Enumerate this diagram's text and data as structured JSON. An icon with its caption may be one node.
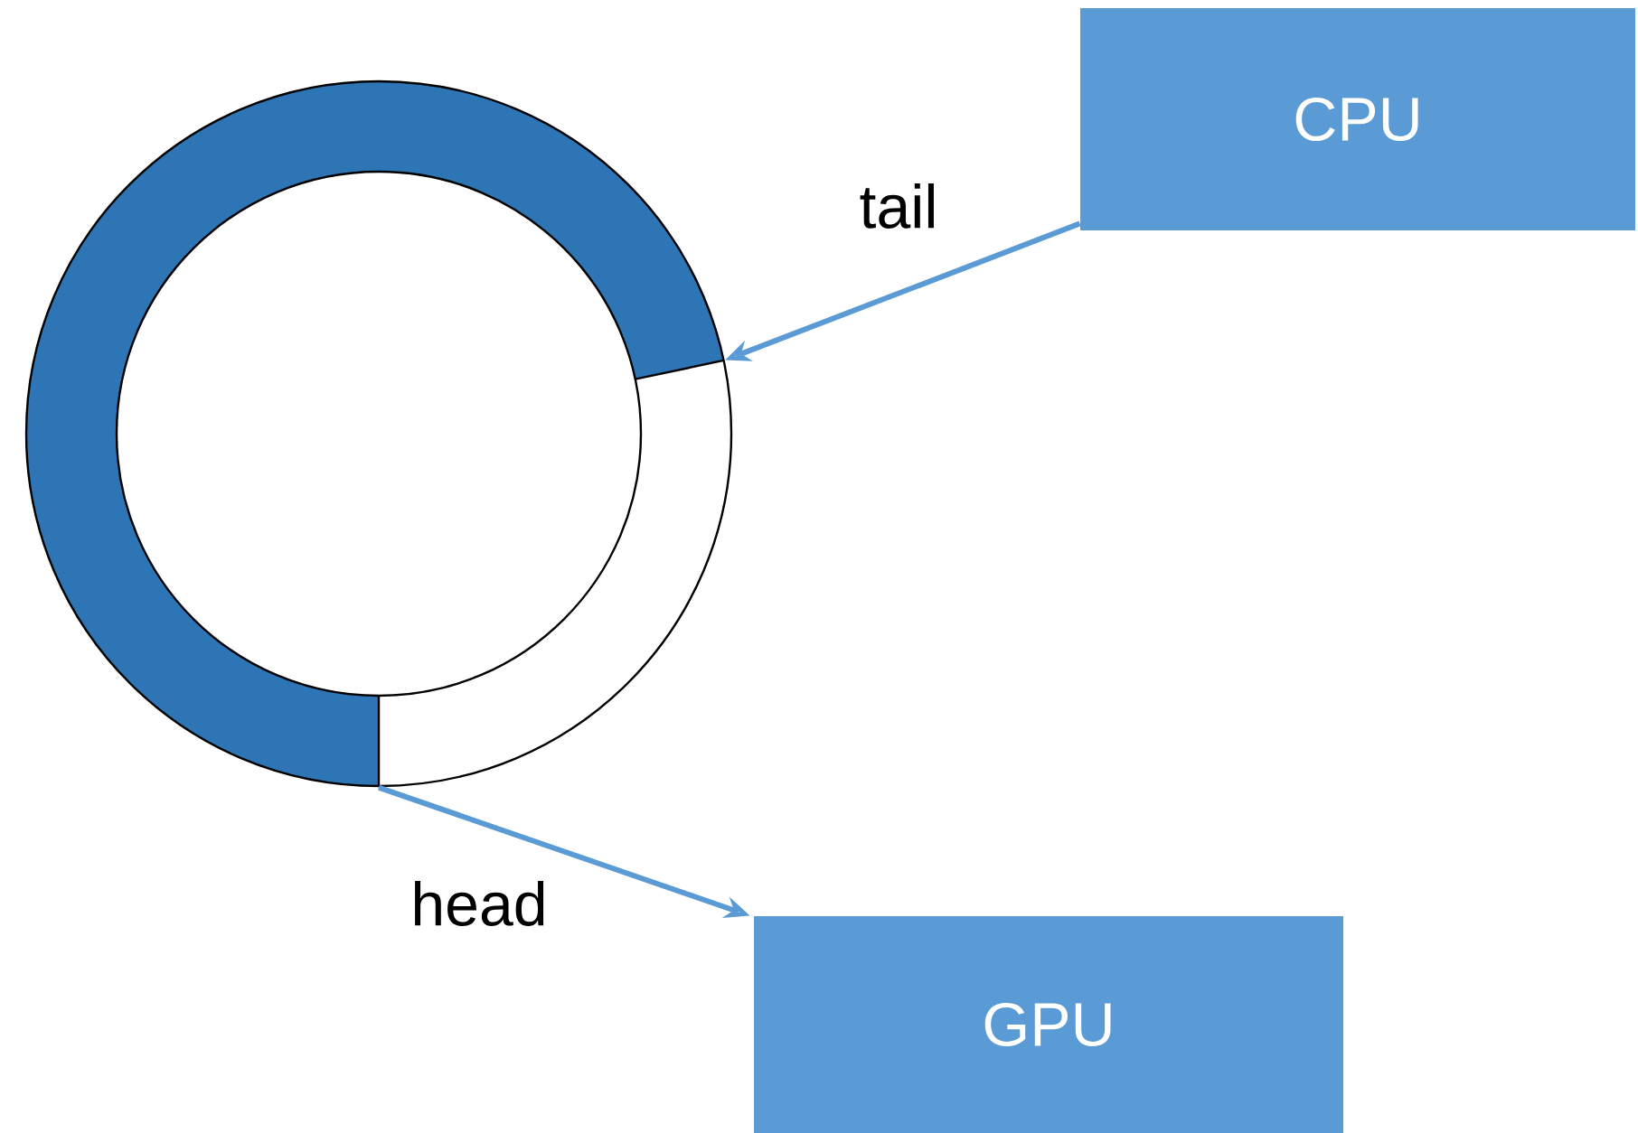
{
  "diagram": {
    "nodes": [
      {
        "text": [],
        "shape": "circle"
      },
      {
        "text": [
          "CPU"
        ]
      },
      {
        "text": [
          "GPU"
        ]
      }
    ],
    "edges": [
      {
        "from": 1,
        "to": 0,
        "arrow": "to",
        "label": "tail"
      },
      {
        "from": 0,
        "to": 2,
        "arrow": "to",
        "label": "head"
      }
    ]
  }
}
